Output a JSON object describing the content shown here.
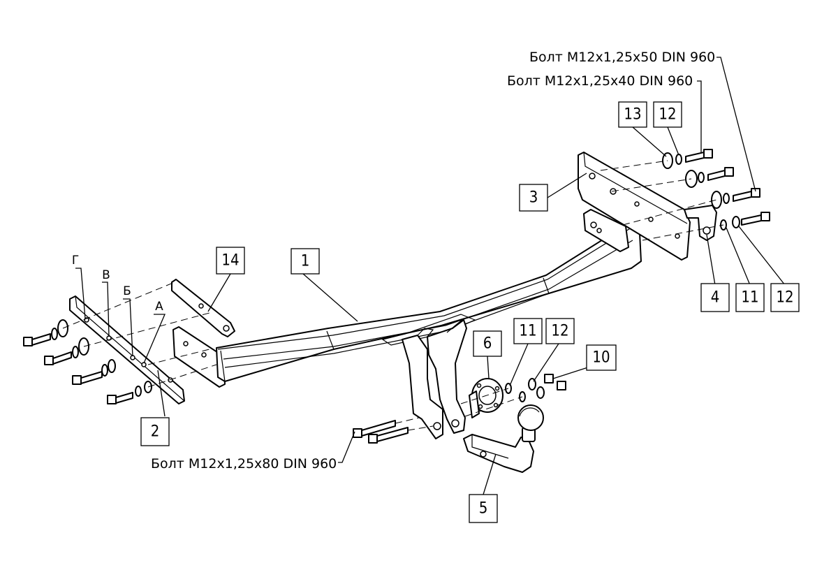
{
  "callouts": [
    {
      "id": "c1",
      "text": "1"
    },
    {
      "id": "c2",
      "text": "2"
    },
    {
      "id": "c3",
      "text": "3"
    },
    {
      "id": "c4",
      "text": "4"
    },
    {
      "id": "c5",
      "text": "5"
    },
    {
      "id": "c6",
      "text": "6"
    },
    {
      "id": "c10",
      "text": "10"
    },
    {
      "id": "c11a",
      "text": "11"
    },
    {
      "id": "c11b",
      "text": "11"
    },
    {
      "id": "c12a",
      "text": "12"
    },
    {
      "id": "c12b",
      "text": "12"
    },
    {
      "id": "c12c",
      "text": "12"
    },
    {
      "id": "c13",
      "text": "13"
    },
    {
      "id": "c14",
      "text": "14"
    }
  ],
  "bolt_labels": {
    "m50": "Болт М12х1,25х50 DIN 960",
    "m40": "Болт М12х1,25х40 DIN 960",
    "m80": "Болт М12х1,25х80 DIN 960"
  },
  "hole_letters": {
    "g": "Г",
    "v": "В",
    "b": "Б",
    "a": "А"
  }
}
